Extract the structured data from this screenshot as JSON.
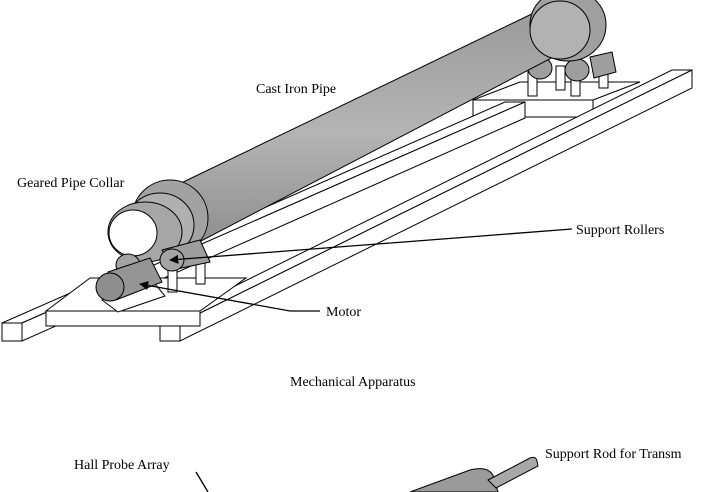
{
  "labels": {
    "cast_iron_pipe": "Cast Iron Pipe",
    "geared_pipe_collar": "Geared Pipe Collar",
    "support_rollers": "Support Rollers",
    "motor": "Motor",
    "mechanical_apparatus": "Mechanical Apparatus",
    "hall_probe_array": "Hall Probe Array",
    "support_rod": "Support Rod for Transm"
  },
  "colors": {
    "pipe_fill": "#a8a8a8",
    "rail_fill": "#ffffff",
    "roller_fill": "#9e9e9e",
    "outline": "#000000"
  }
}
